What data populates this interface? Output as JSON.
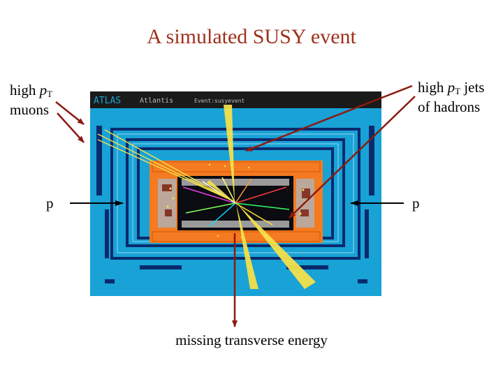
{
  "title": "A simulated SUSY event",
  "labels": {
    "muons_high": "high",
    "muons_p": "p",
    "muons_sub": "T",
    "muons_line2": "muons",
    "jets_high": "high",
    "jets_p": "p",
    "jets_sub": "T",
    "jets_rest": " jets",
    "jets_line2": "of hadrons",
    "proton_left": "p",
    "proton_right": "p",
    "missing_energy": "missing transverse energy"
  },
  "event_display": {
    "header_logo": "ATLAS",
    "header_app": "Atlantis",
    "header_event": "Event:susyevent"
  },
  "colors": {
    "title": "#a0301d",
    "arrow": "#8b1a10",
    "detector_background": "#18a2d6",
    "calorimeter": "#f47b21",
    "header_bar": "#1a1a1a"
  }
}
